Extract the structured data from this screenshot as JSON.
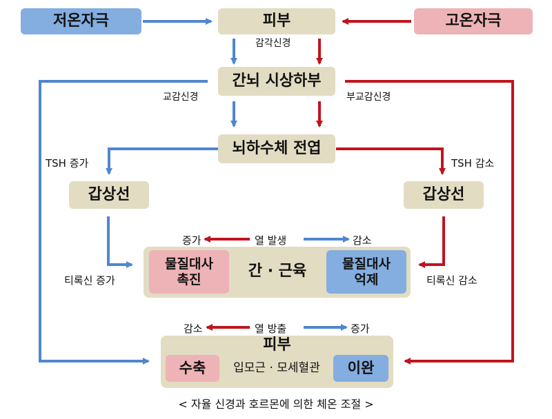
{
  "top": {
    "cold_stimulus": "저온자극",
    "skin": "피부",
    "heat_stimulus": "고온자극",
    "sensory_nerve": "감각신경"
  },
  "hypothalamus": {
    "label": "간뇌 시상하부",
    "sympathetic": "교감신경",
    "parasympathetic": "부교감신경"
  },
  "pituitary": {
    "label": "뇌하수체 전엽",
    "tsh_increase": "TSH 증가",
    "tsh_decrease": "TSH 감소"
  },
  "thyroid": {
    "left": "갑상선",
    "right": "갑상선",
    "thyroxine_increase": "티록신 증가",
    "thyroxine_decrease": "티록신 감소"
  },
  "liver_muscle": {
    "increase": "증가",
    "heat_generation": "열 발생",
    "decrease": "감소",
    "metabolism_promote": "물질대사\n촉진",
    "center": "간 · 근육",
    "metabolism_suppress": "물질대사\n억제"
  },
  "skin_bottom": {
    "decrease": "감소",
    "heat_release": "열 방출",
    "increase": "증가",
    "title": "피부",
    "contraction": "수축",
    "center": "입모근 · 모세혈관",
    "relaxation": "이완"
  },
  "caption": "< 자율 신경과 호르몬에 의한 체온 조절 >",
  "colors": {
    "cold_arrow": "#4f86d0",
    "hot_arrow": "#c0141e",
    "beige": "#e2dcc3",
    "blue": "#84ade0",
    "pink": "#eeb3b6"
  }
}
